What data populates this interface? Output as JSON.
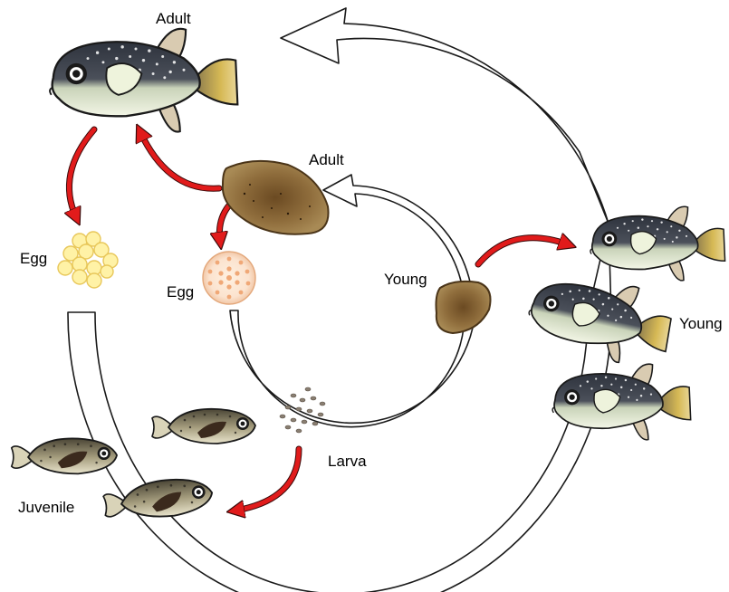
{
  "labels": {
    "fish_adult": "Adult",
    "fish_egg": "Egg",
    "fish_juvenile": "Juvenile",
    "fish_young": "Young",
    "host_adult": "Adult",
    "host_egg": "Egg",
    "host_larva": "Larva",
    "host_young": "Young"
  },
  "colors": {
    "cycle_arrow_fill": "#ffffff",
    "cycle_arrow_outline": "#1a1a1a",
    "transition_arrow": "#e11b1b",
    "pufferfish_back": "#3a3f4a",
    "pufferfish_belly": "#eef3dc",
    "pufferfish_tail": "#c9a84a",
    "fish_egg": "#fff2a6",
    "host_egg": "#f6b98a",
    "host_body": "#8b6a3a",
    "larva": "#8a7f72",
    "juvenile_body": "#cfc7a2"
  }
}
